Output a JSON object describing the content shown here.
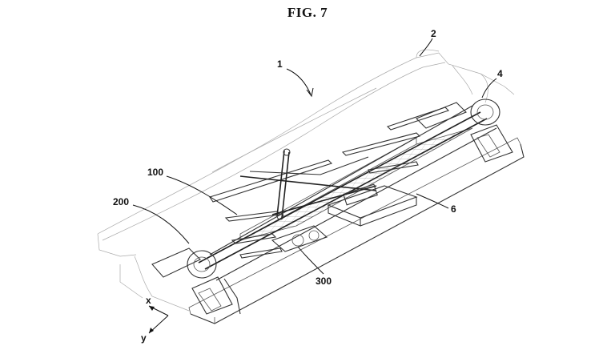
{
  "figure": {
    "title": "FIG. 7"
  },
  "reference_numerals": {
    "n1": "1",
    "n2": "2",
    "n4": "4",
    "n6": "6",
    "n100": "100",
    "n200": "200",
    "n300": "300"
  },
  "axes": {
    "x": "x",
    "y": "y"
  }
}
